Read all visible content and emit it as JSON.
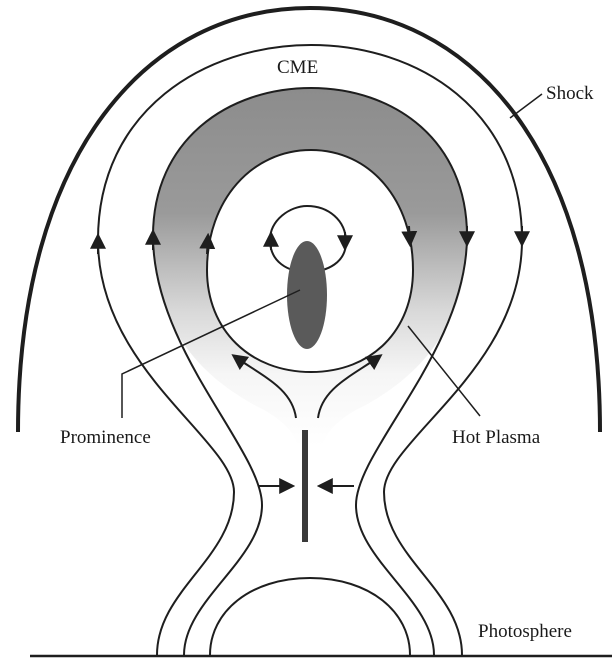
{
  "labels": {
    "cme": "CME",
    "shock": "Shock",
    "prominence": "Prominence",
    "hot_plasma": "Hot Plasma",
    "photosphere": "Photosphere"
  },
  "colors": {
    "line": "#1e1e1e",
    "plasma_dark": "#8a8a8a",
    "plasma_light": "#f4f4f4",
    "prominence": "#5a5a5a"
  }
}
